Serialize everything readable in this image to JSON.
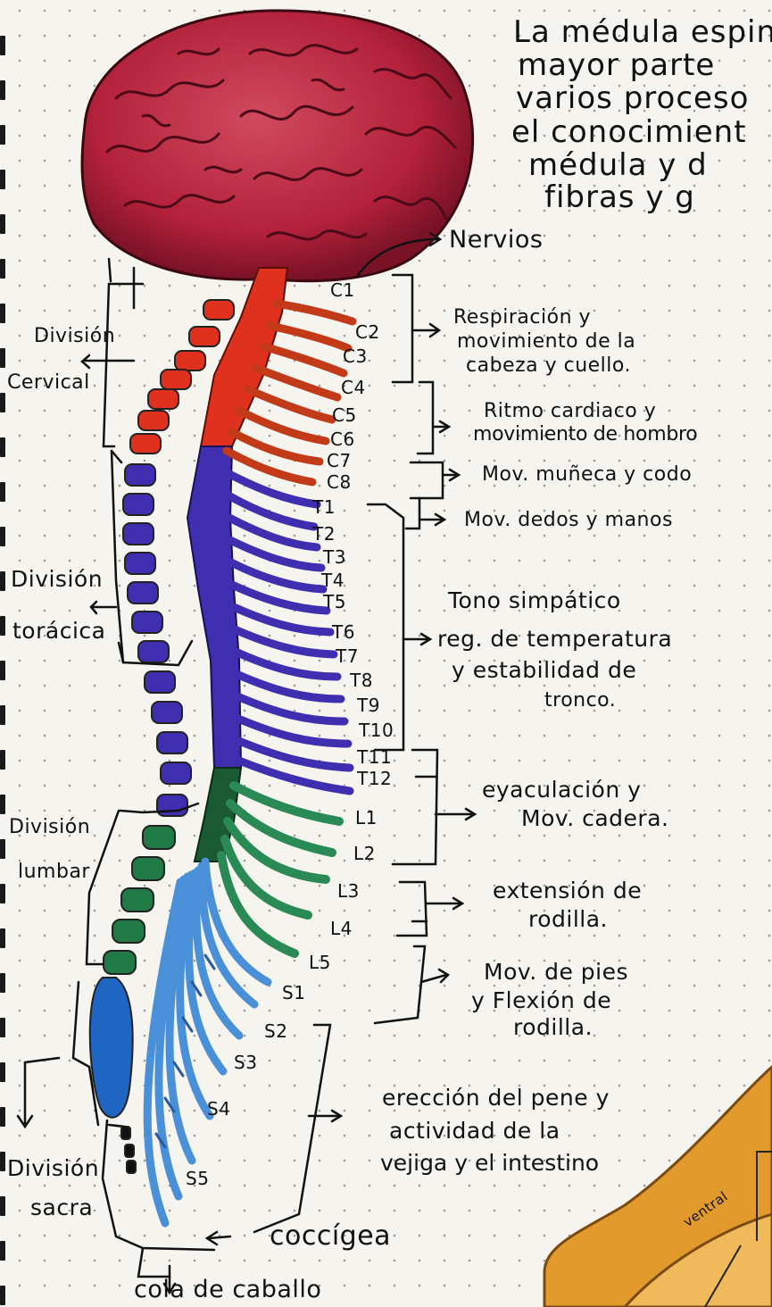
{
  "intro_text": [
    "La médula espina",
    "mayor parte",
    "varios proceso",
    "el conocimient",
    "médula y d",
    "fibras y g"
  ],
  "nervios_label": "Nervios",
  "divisions": {
    "cervical": [
      "División",
      "Cervical"
    ],
    "toracica": [
      "División",
      "torácica"
    ],
    "lumbar": [
      "División",
      "lumbar"
    ],
    "sacra": [
      "División",
      "sacra"
    ]
  },
  "levels": [
    "C1",
    "C2",
    "C3",
    "C4",
    "C5",
    "C6",
    "C7",
    "C8",
    "T1",
    "T2",
    "T3",
    "T4",
    "T5",
    "T6",
    "T7",
    "T8",
    "T9",
    "T10",
    "T11",
    "T12",
    "L1",
    "L2",
    "L3",
    "L4",
    "L5",
    "S1",
    "S2",
    "S3",
    "S4",
    "S5"
  ],
  "functions": {
    "respiracion": [
      "Respiración y",
      "movimiento de la",
      "cabeza y cuello."
    ],
    "ritmo": [
      "Ritmo cardiaco y",
      "movimiento de hombro"
    ],
    "muneca": "Mov. muñeca y codo",
    "dedos": "Mov. dedos y manos",
    "tono": [
      "Tono simpático",
      "reg. de temperatura",
      "y estabilidad de",
      "tronco."
    ],
    "eyaculacion": [
      "eyaculación y",
      "Mov. cadera."
    ],
    "extension": [
      "extensión de",
      "rodilla."
    ],
    "pies": [
      "Mov. de pies",
      "y Flexión de",
      "rodilla."
    ],
    "ereccion": [
      "erección del pene y",
      "actividad de la",
      "vejiga y el intestino"
    ]
  },
  "coccigea_label": "coccígea",
  "cola_label": "cola de caballo",
  "corner_label": "ventral",
  "colors": {
    "brain": "#b3213a",
    "cervical": "#e0301e",
    "thoracic": "#3f2fb0",
    "lumbar": "#1f7a45",
    "sacral": "#1f66c2",
    "cauda": "#4a90d9",
    "bone": "#e39a2c"
  }
}
